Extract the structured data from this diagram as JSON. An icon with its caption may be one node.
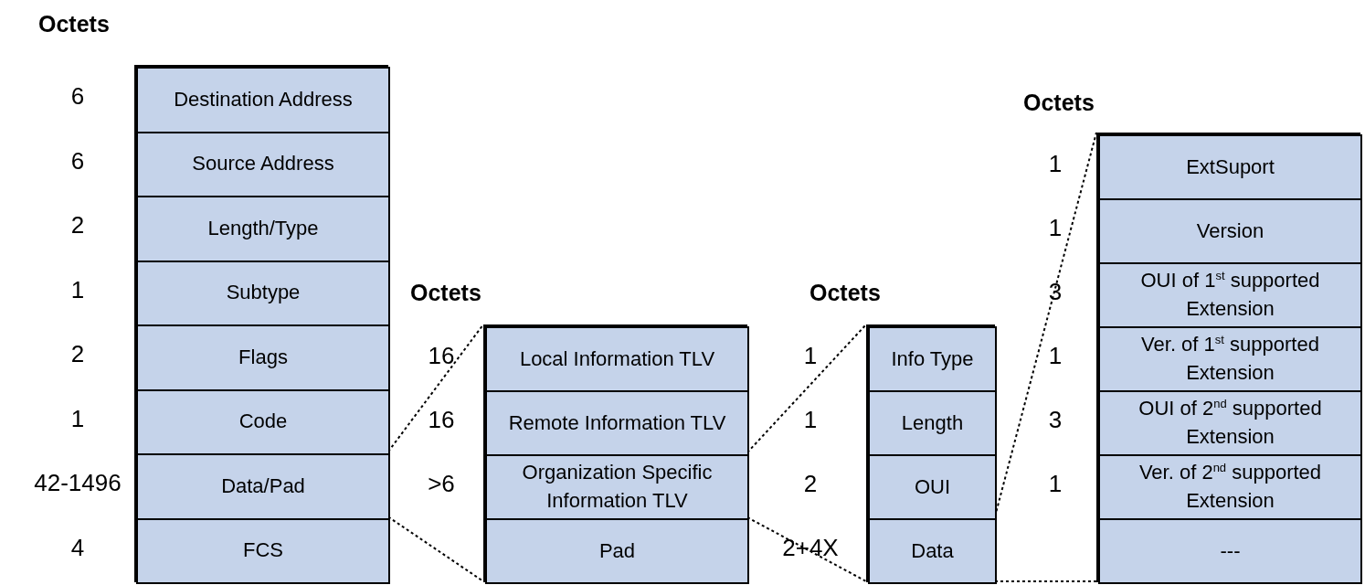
{
  "diagram": {
    "nodes": [
      {
        "text": [],
        "shape": "box"
      },
      {
        "text": [
          "Destination Address"
        ],
        "in": 0,
        "beside": [
          "6"
        ]
      },
      {
        "text": [
          "Source Address"
        ],
        "in": 0,
        "beside": [
          "6"
        ]
      },
      {
        "text": [
          "Length/Type"
        ],
        "in": 0,
        "beside": [
          "2"
        ]
      },
      {
        "text": [
          "Subtype"
        ],
        "in": 0,
        "beside": [
          "1"
        ]
      },
      {
        "text": [
          "Flags"
        ],
        "in": 0,
        "beside": [
          "2"
        ]
      },
      {
        "text": [
          "Code"
        ],
        "in": 0,
        "beside": [
          "1"
        ]
      },
      {
        "text": [
          "Data/Pad"
        ],
        "in": 0,
        "beside": [
          "42-1496"
        ]
      },
      {
        "text": [
          "FCS"
        ],
        "in": 0,
        "beside": [
          "4"
        ]
      },
      {
        "text": [],
        "shape": "box"
      },
      {
        "text": [
          "Local Information TLV"
        ],
        "in": 9,
        "beside": [
          "16"
        ]
      },
      {
        "text": [
          "Remote Information TLV"
        ],
        "in": 9,
        "beside": [
          "16"
        ]
      },
      {
        "text": [
          "Organization Specific Information TLV"
        ],
        "in": 9,
        "beside": [
          ">6"
        ]
      },
      {
        "text": [
          "Pad"
        ],
        "in": 9
      },
      {
        "text": [],
        "shape": "box"
      },
      {
        "text": [
          "Info Type"
        ],
        "in": 14,
        "beside": [
          "1"
        ]
      },
      {
        "text": [
          "Length"
        ],
        "in": 14,
        "beside": [
          "1"
        ]
      },
      {
        "text": [
          "OUI"
        ],
        "in": 14,
        "beside": [
          "2"
        ]
      },
      {
        "text": [
          "Data"
        ],
        "in": 14,
        "beside": [
          "2+4X"
        ]
      },
      {
        "text": [],
        "shape": "box"
      },
      {
        "text": [
          "ExtSuport"
        ],
        "in": 19,
        "beside": [
          "1"
        ]
      },
      {
        "text": [
          "Version"
        ],
        "in": 19,
        "beside": [
          "1"
        ]
      },
      {
        "text": [
          "OUI of 1$^{st}$ supported Extension"
        ],
        "in": 19,
        "beside": [
          "3"
        ]
      },
      {
        "text": [
          "Ver. of 1$^{st}$ supported Extension"
        ],
        "in": 19,
        "beside": [
          "1"
        ]
      },
      {
        "text": [
          "OUI of 2$^{nd}$ supported Extension"
        ],
        "in": 19,
        "beside": [
          "3"
        ]
      },
      {
        "text": [
          "Ver. of 2$^{nd}$ supported Extension"
        ],
        "in": 19,
        "beside": [
          "1"
        ]
      },
      {
        "text": [
          "---"
        ],
        "in": 19
      }
    ],
    "edges": [
      {
        "from": 7,
        "to": 9,
        "arrow": "none",
        "style": "dashed"
      },
      {
        "from": 7,
        "to": 9,
        "arrow": "none",
        "style": "dashed"
      },
      {
        "from": 12,
        "to": 14,
        "arrow": "none",
        "style": "dashed"
      },
      {
        "from": 12,
        "to": 14,
        "arrow": "none",
        "style": "dashed"
      },
      {
        "from": 18,
        "to": 19,
        "arrow": "none",
        "style": "dashed"
      },
      {
        "from": 18,
        "to": 19,
        "arrow": "none",
        "style": "dashed"
      }
    ],
    "labels": [
      "Octets",
      "Octets",
      "Octets",
      "Octets"
    ]
  }
}
